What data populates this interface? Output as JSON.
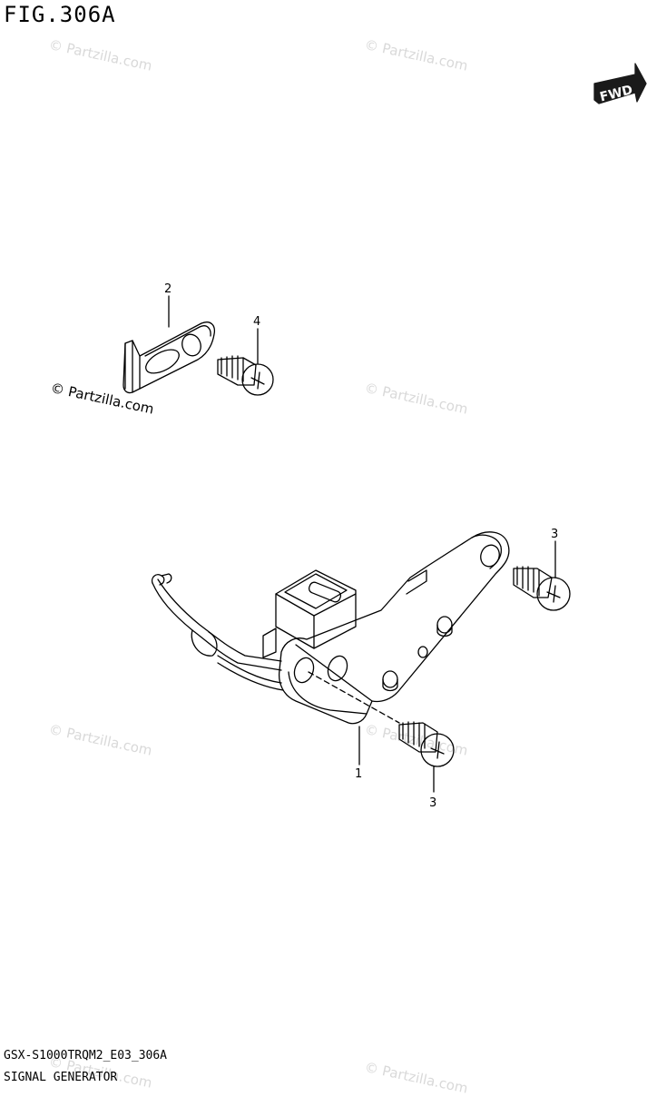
{
  "figure_title": "FIG.306A",
  "footer": {
    "code": "GSX-S1000TRQM2_E03_306A",
    "name": "SIGNAL GENERATOR"
  },
  "fwd_label": "FWD",
  "callouts": {
    "bracket": "2",
    "bracket_screw": "4",
    "generator": "1",
    "top_screw": "3",
    "bottom_screw": "3"
  },
  "watermarks": [
    "© Partzilla.com",
    "© Partzilla.com",
    "© Partzilla.com",
    "© Partzilla.com",
    "© Partzilla.com",
    "© Partzilla.com",
    "© Partzilla.com",
    "© Partzilla.com"
  ],
  "colors": {
    "line": "#000000",
    "watermark": "#d9d9d9",
    "fwd_fill": "#1a1a1a"
  }
}
